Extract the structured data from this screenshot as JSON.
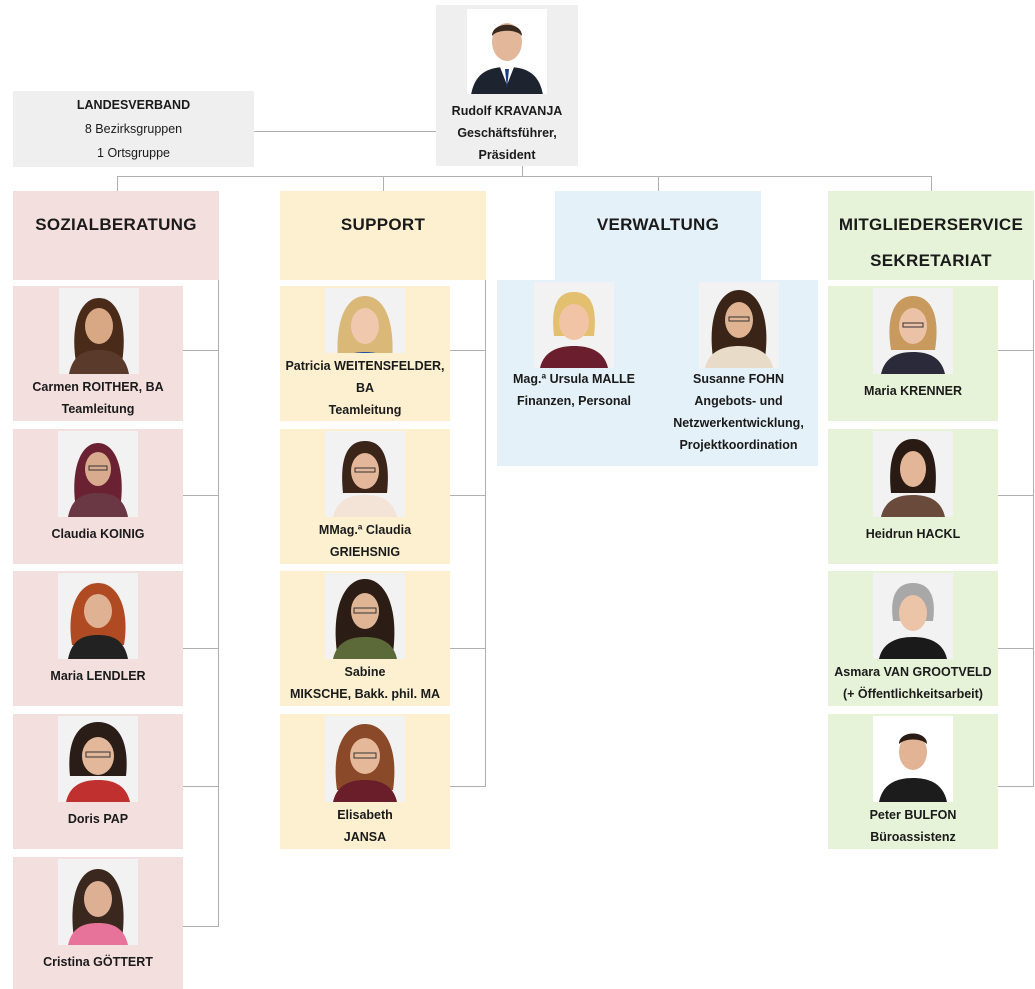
{
  "ceo": {
    "name": "Rudolf KRAVANJA",
    "role": "Geschäftsführer, Präsident"
  },
  "landesverband": {
    "title": "LANDESVERBAND",
    "line1": "8 Bezirksgruppen",
    "line2": "1 Ortsgruppe"
  },
  "departments": {
    "sozial": {
      "title": "SOZIALBERATUNG"
    },
    "support": {
      "title": "SUPPORT"
    },
    "verwaltung": {
      "title": "VERWALTUNG"
    },
    "mitglieder": {
      "title1": "MITGLIEDERSERVICE",
      "title2": "SEKRETARIAT"
    }
  },
  "people": {
    "roither": {
      "l1": "Carmen ROITHER, BA",
      "l2": "Teamleitung"
    },
    "koinig": {
      "l1": "Claudia KOINIG"
    },
    "lendler": {
      "l1": "Maria LENDLER"
    },
    "pap": {
      "l1": "Doris PAP"
    },
    "goettert": {
      "l1": "Cristina GÖTTERT"
    },
    "weitensfelder": {
      "l1": "Patricia WEITENSFELDER, BA",
      "l2": "Teamleitung"
    },
    "griehsnig": {
      "l1": "MMag.ª Claudia",
      "l2": "GRIEHSNIG"
    },
    "miksche": {
      "l1": "Sabine",
      "l2": "MIKSCHE, Bakk. phil. MA"
    },
    "jansa": {
      "l1": "Elisabeth",
      "l2": "JANSA"
    },
    "malle": {
      "l1": "Mag.ª Ursula MALLE",
      "l2": "Finanzen, Personal"
    },
    "fohn": {
      "l1": "Susanne FOHN",
      "l2": "Angebots- und",
      "l3": "Netzwerkentwicklung,",
      "l4": "Projektkoordination"
    },
    "krenner": {
      "l1": "Maria KRENNER"
    },
    "hackl": {
      "l1": "Heidrun HACKL"
    },
    "grootveld": {
      "l1": "Asmara VAN GROOTVELD",
      "l2": "(+ Öffentlichkeitsarbeit)"
    },
    "bulfon": {
      "l1": "Peter BULFON",
      "l2": "Büroassistenz"
    }
  },
  "colors": {
    "sozial": "#f4dfdf",
    "support": "#fcf0d1",
    "verwaltung": "#e4f1f8",
    "mitglieder": "#e6f3d8",
    "top": "#efefef",
    "line": "#b0b0b0"
  }
}
